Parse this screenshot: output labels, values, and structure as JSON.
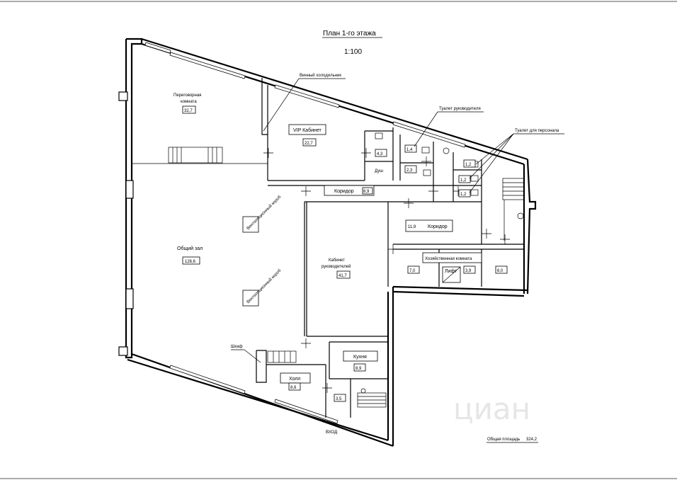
{
  "title": "План 1-го этажа",
  "scale": "1:100",
  "total_area_label": "Общая площадь",
  "total_area_value": "324,2",
  "entrance": "ВХОД",
  "watermark": "циан",
  "rooms": {
    "meeting": {
      "name_line1": "Переговорная",
      "name_line2": "комната",
      "area": "32,7"
    },
    "vip": {
      "name": "VIP Кабинет",
      "area": "22,7"
    },
    "wc_small": {
      "area": "4,3"
    },
    "shower": {
      "name": "Душ"
    },
    "hall_main": {
      "name": "Общий зал",
      "area": "126,6"
    },
    "corridor_top": {
      "name": "Коридор",
      "area": "8,9"
    },
    "directors_office": {
      "name_line1": "Кабинет",
      "name_line2": "руководителей",
      "area": "41,7"
    },
    "corridor_right": {
      "name": "Коридор",
      "area": "11,9"
    },
    "utility": {
      "name": "Хозяйственная комната",
      "area_a": "7,0",
      "area_b": "3,9",
      "area_c": "6,0"
    },
    "lift": {
      "name": "Лифт"
    },
    "kitchen": {
      "name": "Кухня",
      "area": "8,9"
    },
    "lobby": {
      "name": "Холл",
      "area": "8,6"
    },
    "lobby_small": {
      "area": "3,5"
    },
    "toilet_head_a": {
      "area": "1,4"
    },
    "toilet_head_b": {
      "area": "2,3"
    },
    "toilet_staff_a": {
      "area": "1,2"
    },
    "toilet_staff_b": {
      "area": "1,2"
    },
    "toilet_staff_c": {
      "area": "1,2"
    }
  },
  "callouts": {
    "wine_fridge": "Винный холодильник",
    "toilet_head": "Туалет руководителя",
    "toilet_staff": "Туалет для персонала",
    "wardrobe": "Шкаф",
    "ventilation": "Вентиляционный короб"
  }
}
